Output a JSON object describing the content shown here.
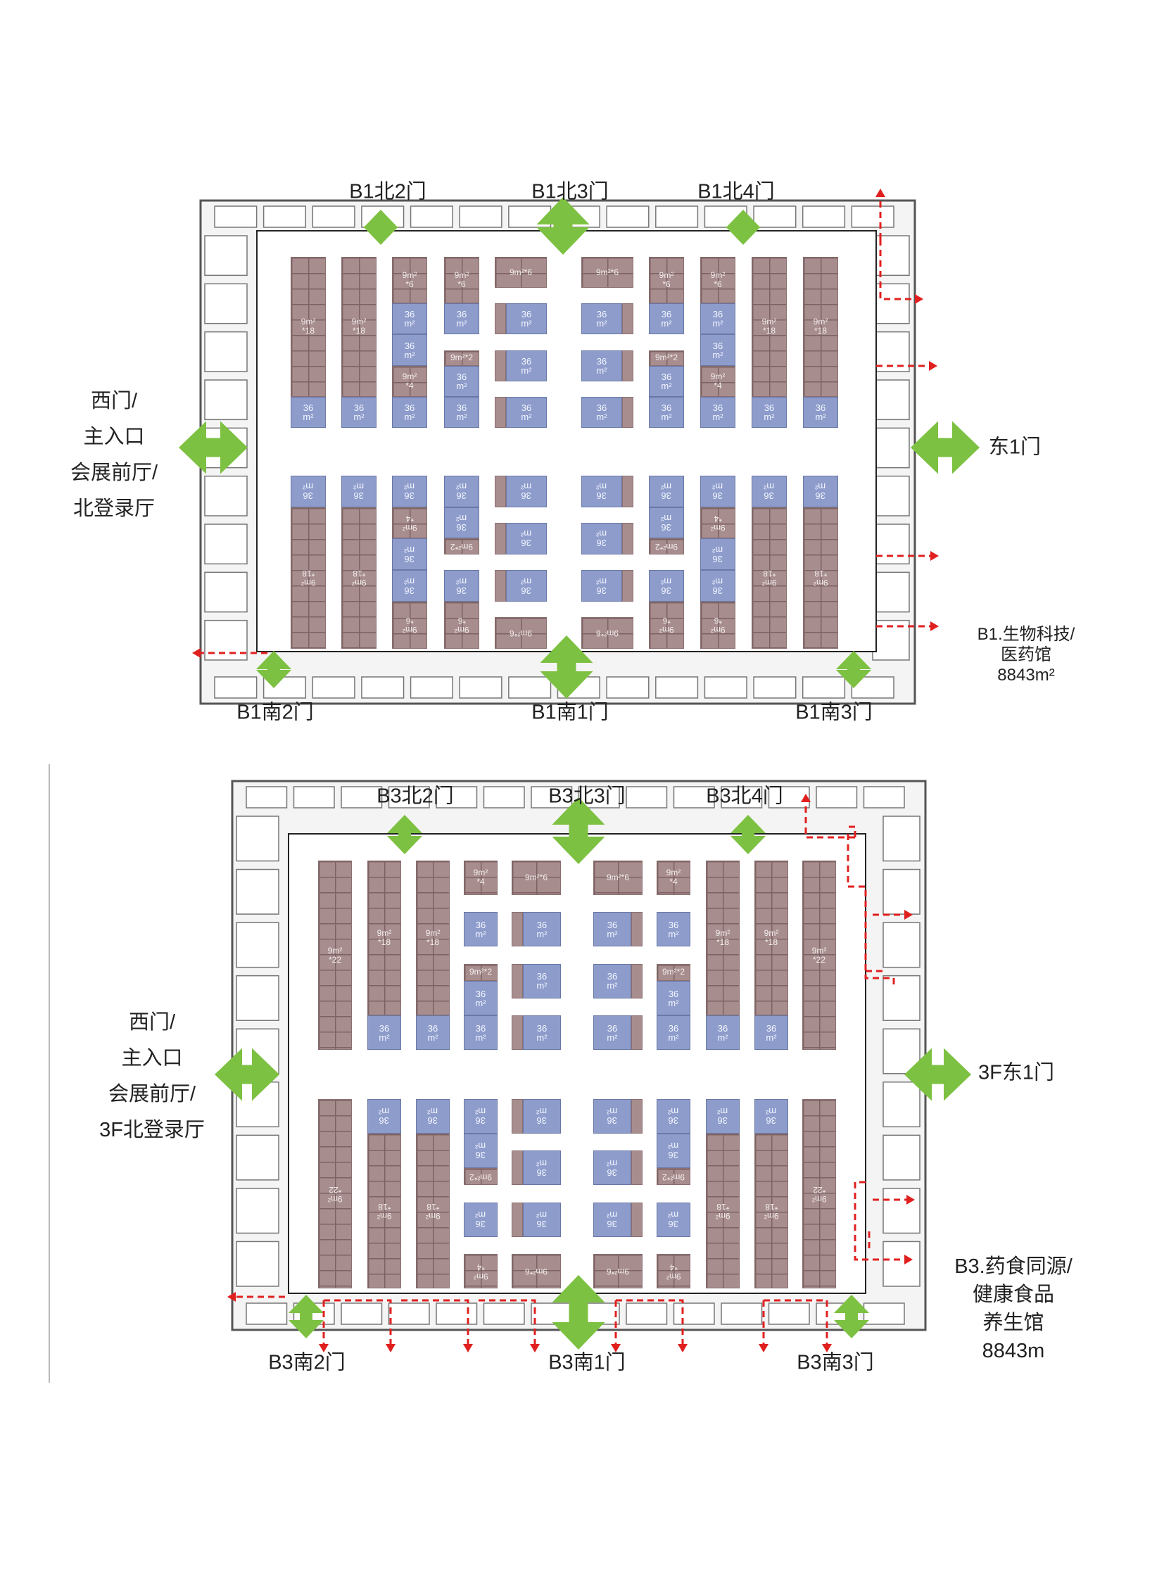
{
  "colors": {
    "standard_booth": "#a88d8e",
    "raw_space_booth": "#8d9ccb",
    "entrance_arrow": "#7dc142",
    "exit_route": "#e0201f",
    "walls": "#555555"
  },
  "halls": [
    {
      "id": "B1",
      "caption": [
        "B1.生物科技/",
        "医药馆",
        "8843m²"
      ],
      "doors": {
        "north_2": "B1北2门",
        "north_3": "B1北3门",
        "north_4": "B1北4门",
        "west": [
          "西门/",
          "主入口",
          "会展前厅/",
          "北登录厅"
        ],
        "east": "东1门",
        "south_2": "B1南2门",
        "south_1": "B1南1门",
        "south_3": "B1南3门"
      },
      "columns": [
        [
          "9m²\n*18",
          "36\nm²"
        ],
        [
          "9m²\n*18",
          "36\nm²"
        ],
        [
          "9m²\n*6",
          "36\nm²",
          "36\nm²",
          "9m²\n*4",
          "36\nm²"
        ],
        [
          "9m²\n*6",
          "36\nm²",
          "",
          "9m²*2",
          "36\nm²",
          "36\nm²"
        ],
        [
          "9m²*6",
          "",
          "36\nm²",
          "",
          "36\nm²",
          "",
          "36\nm²"
        ],
        [
          "9m²*6",
          "",
          "36\nm²",
          "",
          "36\nm²",
          "",
          "36\nm²"
        ],
        [
          "9m²\n*6",
          "36\nm²",
          "",
          "9m²*2",
          "36\nm²",
          "36\nm²"
        ],
        [
          "9m²\n*6",
          "36\nm²",
          "36\nm²",
          "9m²\n*4",
          "36\nm²"
        ],
        [
          "9m²\n*18",
          "36\nm²"
        ],
        [
          "9m²\n*18",
          "36\nm²"
        ]
      ]
    },
    {
      "id": "B3",
      "caption": [
        "B3.药食同源/",
        "健康食品",
        "养生馆",
        "8843m"
      ],
      "doors": {
        "north_2": "B3北2门",
        "north_3": "B3北3门",
        "north_4": "B3北4门",
        "west": [
          "西门/",
          "主入口",
          "会展前厅/",
          "3F北登录厅"
        ],
        "east": "3F东1门",
        "south_2": "B3南2门",
        "south_1": "B3南1门",
        "south_3": "B3南3门"
      },
      "columns": [
        [
          "9m²\n*22"
        ],
        [
          "9m²\n*18",
          "36\nm²"
        ],
        [
          "9m²\n*18",
          "36\nm²"
        ],
        [
          "9m²\n*4",
          "",
          "36\nm²",
          "",
          "9m²*2",
          "36\nm²",
          "36\nm²"
        ],
        [
          "9m²*6",
          "",
          "36\nm²",
          "",
          "36\nm²",
          "",
          "36\nm²"
        ],
        [
          "9m²*6",
          "",
          "36\nm²",
          "",
          "36\nm²",
          "",
          "36\nm²"
        ],
        [
          "9m²\n*4",
          "",
          "36\nm²",
          "",
          "9m²*2",
          "36\nm²",
          "36\nm²"
        ],
        [
          "9m²\n*18",
          "36\nm²"
        ],
        [
          "9m²\n*18",
          "36\nm²"
        ],
        [
          "9m²\n*22"
        ]
      ]
    }
  ]
}
